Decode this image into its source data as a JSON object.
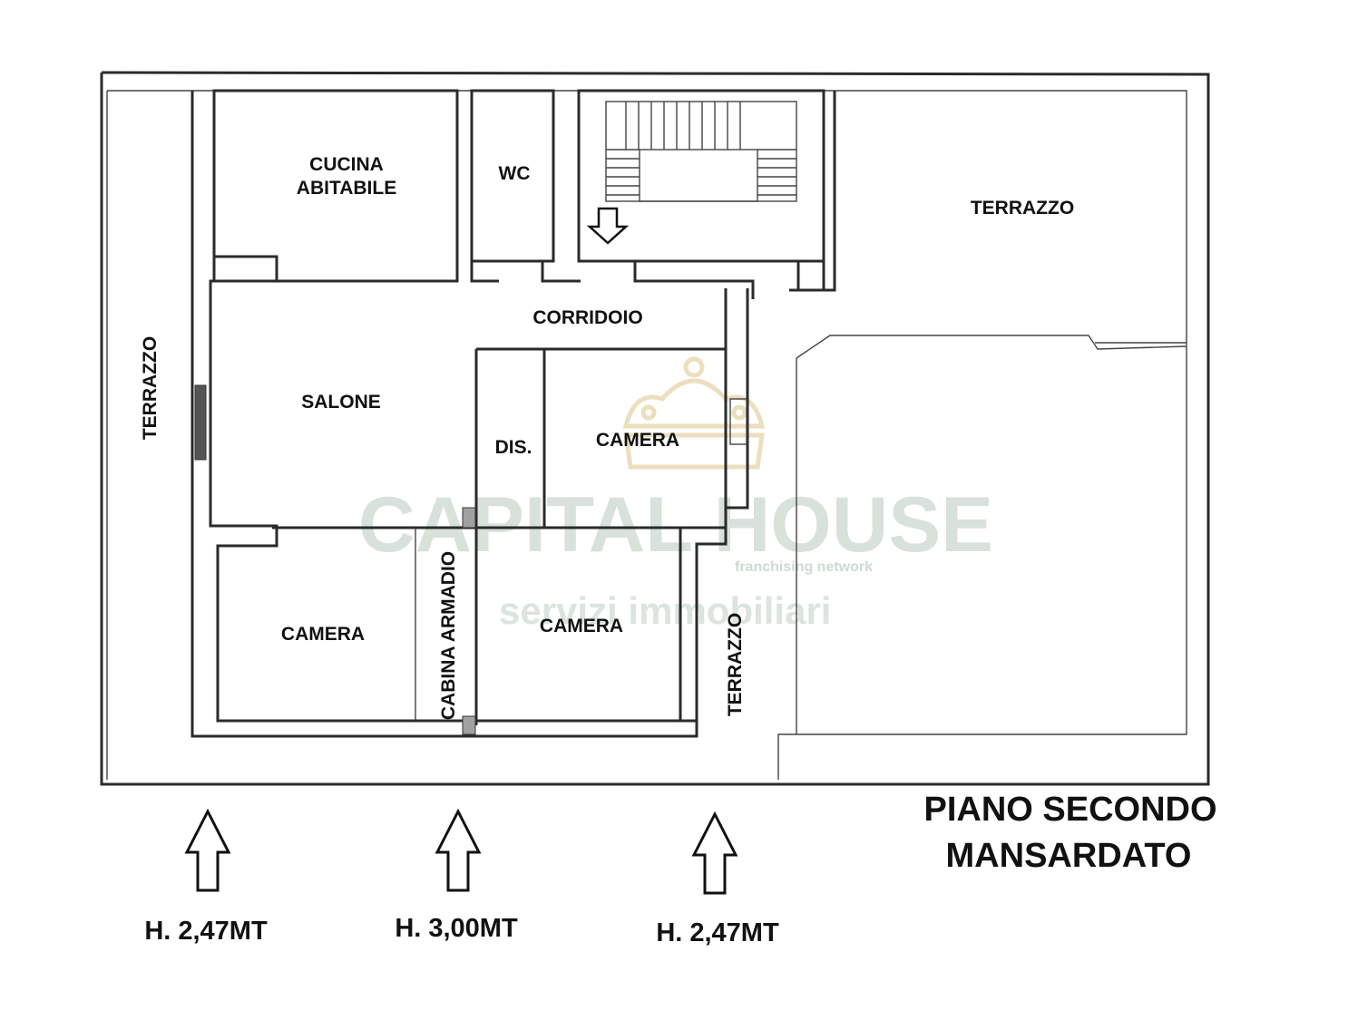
{
  "rooms": {
    "cucina_line1": "CUCINA",
    "cucina_line2": "ABITABILE",
    "wc": "WC",
    "terrazzo_top_right": "TERRAZZO",
    "terrazzo_left": "TERRAZZO",
    "terrazzo_center": "TERRAZZO",
    "corridoio": "CORRIDOIO",
    "salone": "SALONE",
    "dis": "DIS.",
    "camera_right": "CAMERA",
    "camera_left": "CAMERA",
    "camera_center": "CAMERA",
    "cabina_armadio": "CABINA ARMADIO"
  },
  "floor_title": {
    "line1": "PIANO SECONDO",
    "line2": "MANSARDATO"
  },
  "heights": {
    "left": "H. 2,47MT",
    "center": "H. 3,00MT",
    "right": "H. 2,47MT"
  },
  "watermark": {
    "brand": "CAPITAL HOUSE",
    "tagline": "franchising network",
    "subtitle": "servizi immobiliari",
    "color": "#c9d6cc"
  }
}
